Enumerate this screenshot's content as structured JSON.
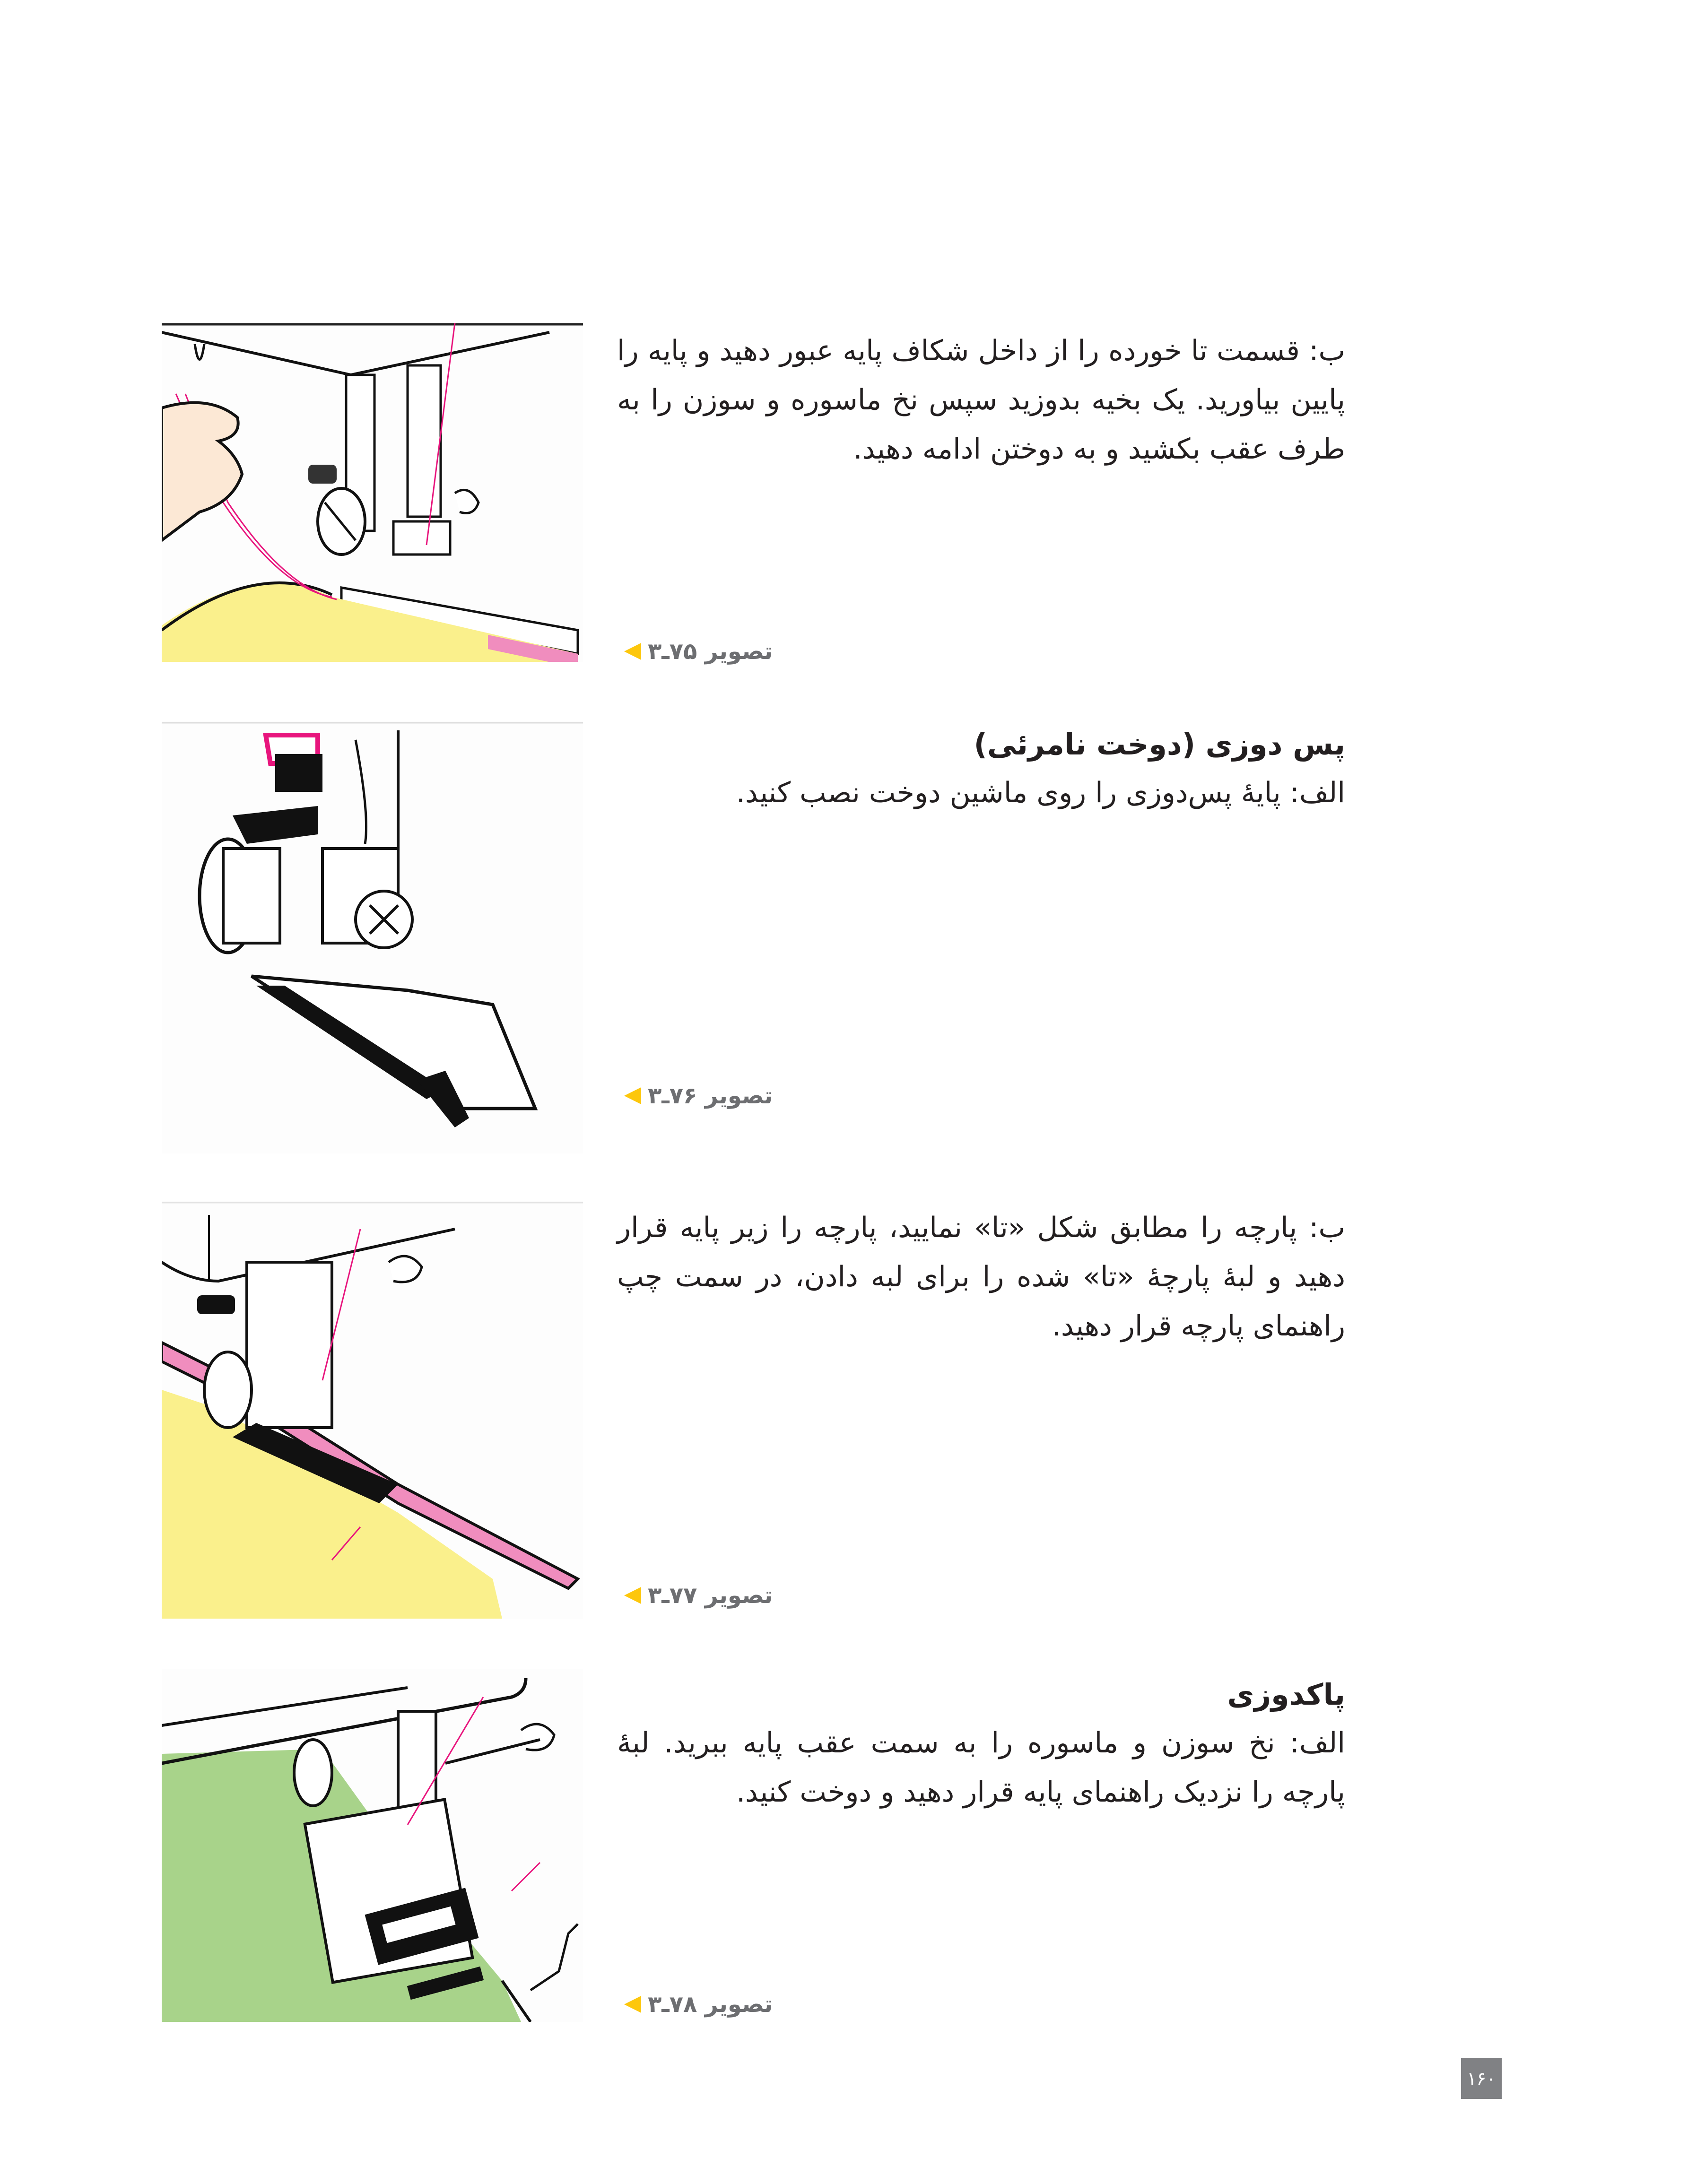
{
  "sections": [
    {
      "id": "s1",
      "heading": null,
      "paragraph": "ب: قسمت تا خورده را از داخل شکاف پایه عبور دهید و پایه را پایین بیاورید. یک بخیه بدوزید سپس نخ ماسوره و سوزن را به طرف عقب بکشید و به دوختن ادامه دهید.",
      "caption": "تصویر ۷۵ـ۳"
    },
    {
      "id": "s2",
      "heading": "پس دوزی (دوخت نامرئی)",
      "paragraph": "الف: پایهٔ پس‌دوزی را روی ماشین دوخت نصب کنید.",
      "caption": "تصویر ۷۶ـ۳"
    },
    {
      "id": "s3",
      "heading": null,
      "paragraph": "ب: پارچه را مطابق شکل «تا» نمایید، پارچه را زیر پایه قرار دهید و لبهٔ پارچهٔ «تا» شده را برای لبه دادن، در سمت چپ راهنمای پارچه قرار دهید.",
      "caption": "تصویر ۷۷ـ۳"
    },
    {
      "id": "s4",
      "heading": "پاکدوزی",
      "paragraph": "الف: نخ سوزن و ماسوره را به سمت عقب پایه ببرید. لبهٔ پارچه را نزدیک راهنمای پایه قرار دهید و دوخت کنید.",
      "caption": "تصویر ۷۸ـ۳"
    }
  ],
  "figures": [
    {
      "name": "sewing-foot-folded-edge-illustration",
      "fabric_color": "#FAF08C",
      "accent_color": "#F08DBE",
      "thread_color": "#E8157D"
    },
    {
      "name": "blind-hem-foot-illustration",
      "accent_color": "#E8157D"
    },
    {
      "name": "blind-hem-fabric-illustration",
      "fabric_color": "#FAF08C",
      "accent_color": "#F08DBE",
      "thread_color": "#E8157D"
    },
    {
      "name": "overcasting-foot-illustration",
      "fabric_color": "#A8D38A",
      "thread_color": "#E8157D"
    }
  ],
  "caption_style": {
    "text_color": "#6D6E71",
    "marker_color": "#FDC70C",
    "marker_icon": "triangle-left-icon"
  },
  "page_number": "۱۶۰"
}
